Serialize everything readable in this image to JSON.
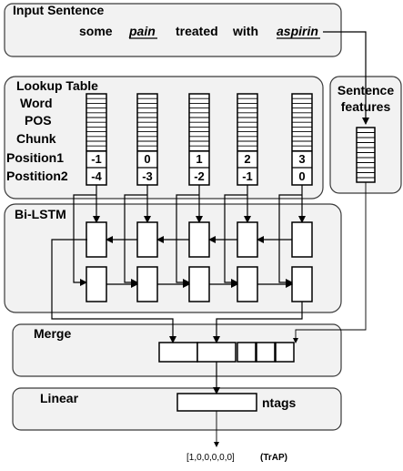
{
  "input_sentence": {
    "title": "Input Sentence",
    "tokens": [
      {
        "text": "some",
        "entity": false
      },
      {
        "text": "pain",
        "entity": true
      },
      {
        "text": "treated",
        "entity": false
      },
      {
        "text": "with",
        "entity": false
      },
      {
        "text": "aspirin",
        "entity": true
      }
    ]
  },
  "lookup_table": {
    "title": "Lookup Table",
    "row_labels": [
      "Word",
      "POS",
      "Chunk",
      "Position1",
      "Postition2"
    ],
    "columns": [
      {
        "position1": "-1",
        "position2": "-4"
      },
      {
        "position1": "0",
        "position2": "-3"
      },
      {
        "position1": "1",
        "position2": "-2"
      },
      {
        "position1": "2",
        "position2": "-1"
      },
      {
        "position1": "3",
        "position2": "0"
      }
    ]
  },
  "sentence_features": {
    "title_line1": "Sentence",
    "title_line2": "features"
  },
  "bilstm": {
    "title": "Bi-LSTM"
  },
  "merge": {
    "title": "Merge"
  },
  "linear": {
    "title": "Linear",
    "output_label": "ntags"
  },
  "output": {
    "vector": "[1,0,0,0,0,0]",
    "tag": "(TrAP)"
  },
  "colors": {
    "panel_fill": "#f2f2f2",
    "panel_stroke": "#3a3a3a",
    "line": "#000000"
  }
}
